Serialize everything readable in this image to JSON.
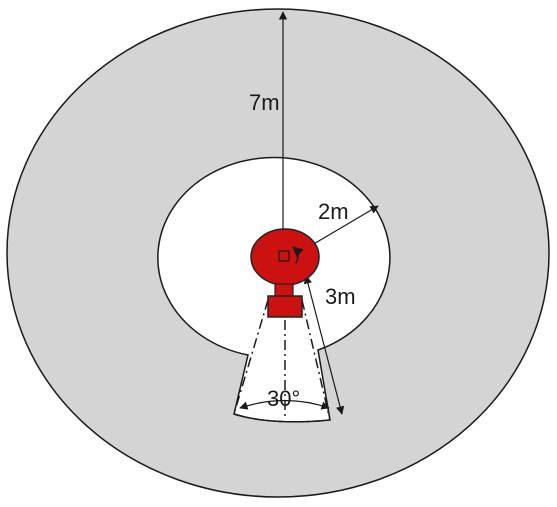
{
  "diagram": {
    "labels": {
      "outer_radius": "7m",
      "inner_radius": "2m",
      "blind_zone_length": "3m",
      "blind_zone_angle": "30°"
    },
    "colors": {
      "outer_zone_fill": "#d4d4d4",
      "inner_zone_fill": "#ffffff",
      "outline": "#1a1a1a",
      "device_fill": "#cc1111",
      "device_stroke": "#222222"
    }
  }
}
